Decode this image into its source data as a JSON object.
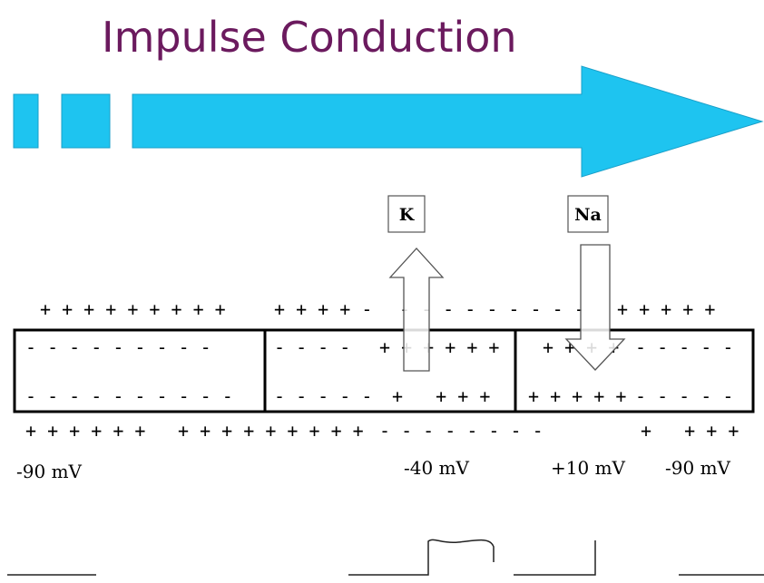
{
  "title": "Impulse Conduction",
  "colors": {
    "title": "#6b1a5e",
    "arrow": "#1ec4f0",
    "arrow_stroke": "#1a9fc8",
    "ink": "#000000",
    "open_arrow": "#555555"
  },
  "ions": {
    "potassium": "K",
    "sodium": "Na"
  },
  "charges": {
    "outside_top": [
      "+ + + + + + + + +",
      "+ + + + -",
      "- - - - - - - - -",
      "+ + + + +"
    ],
    "inside_top": [
      "- - - - - - - - -",
      "- - - -",
      "+ + + + + +",
      "+ + + +",
      "- - - - -"
    ],
    "inside_bottom": [
      "- - - - - - - - - -",
      "- - - - -",
      "+   + + +",
      "+ + + + +",
      "- - - - -"
    ],
    "outside_bottom": [
      "+ + + + + +",
      "+ + + + + + + + +",
      "- - - - - - - -",
      "+   + + +"
    ]
  },
  "potentials": [
    "-90 mV",
    "-40 mV",
    "+10 mV",
    "-90 mV"
  ]
}
